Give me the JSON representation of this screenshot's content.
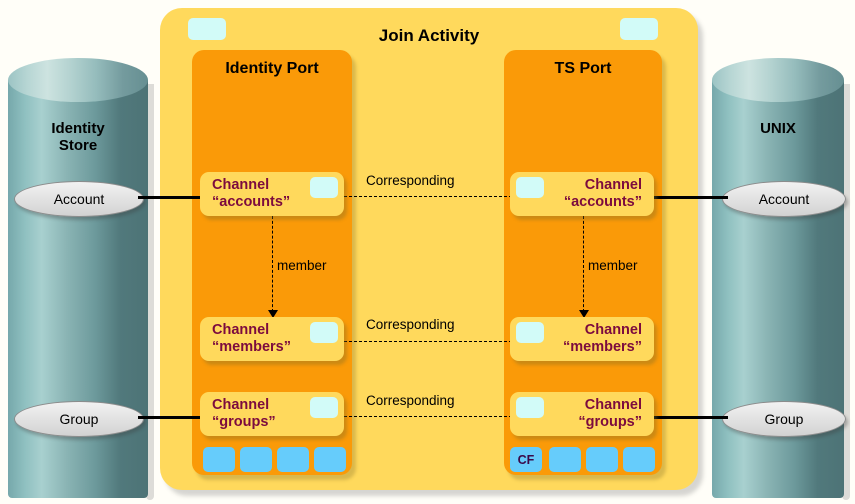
{
  "diagram": {
    "title": "Join Activity",
    "colors": {
      "activity_bg": "#ffd95c",
      "port_bg": "#fa9a08",
      "channel_bg": "#ffd95c",
      "channel_text": "#7c0b3e",
      "pin": "#d2fbf8",
      "op_square": "#66ccfb",
      "cylinder": "#76a8ab"
    }
  },
  "stores": {
    "left": {
      "name": "Identity Store",
      "name_line1": "Identity",
      "name_line2": "Store",
      "endpoints": [
        {
          "label": "Account"
        },
        {
          "label": "Group"
        }
      ]
    },
    "right": {
      "name": "UNIX",
      "endpoints": [
        {
          "label": "Account"
        },
        {
          "label": "Group"
        }
      ]
    }
  },
  "ports": [
    {
      "id": "identity-port",
      "title": "Identity Port",
      "channels": [
        {
          "name_line1": "Channel",
          "name_line2": "“accounts”"
        },
        {
          "name_line1": "Channel",
          "name_line2": "“members”"
        },
        {
          "name_line1": "Channel",
          "name_line2": "“groups”"
        }
      ],
      "relation_label": "member",
      "operations": [
        {
          "label": ""
        },
        {
          "label": ""
        },
        {
          "label": ""
        },
        {
          "label": ""
        }
      ]
    },
    {
      "id": "ts-port",
      "title": "TS Port",
      "channels": [
        {
          "name_line1": "Channel",
          "name_line2": "“accounts”"
        },
        {
          "name_line1": "Channel",
          "name_line2": "“members”"
        },
        {
          "name_line1": "Channel",
          "name_line2": "“groups”"
        }
      ],
      "relation_label": "member",
      "operations": [
        {
          "label": "CF"
        },
        {
          "label": ""
        },
        {
          "label": ""
        },
        {
          "label": ""
        }
      ]
    }
  ],
  "correspondences": [
    {
      "label": "Corresponding"
    },
    {
      "label": "Corresponding"
    },
    {
      "label": "Corresponding"
    }
  ]
}
